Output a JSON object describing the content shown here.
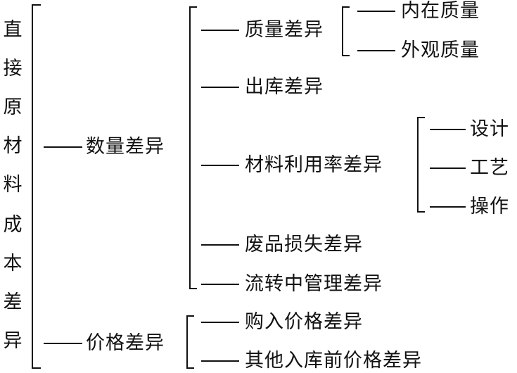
{
  "root": {
    "chars": [
      "直",
      "接",
      "原",
      "材",
      "料",
      "成",
      "本",
      "差",
      "异"
    ]
  },
  "level1": [
    {
      "label": "数量差异"
    },
    {
      "label": "价格差异"
    }
  ],
  "quantity_children": [
    {
      "label": "质量差异"
    },
    {
      "label": "出库差异"
    },
    {
      "label": "材料利用率差异"
    },
    {
      "label": "废品损失差异"
    },
    {
      "label": "流转中管理差异"
    }
  ],
  "quality_children": [
    {
      "label": "内在质量"
    },
    {
      "label": "外观质量"
    }
  ],
  "utilization_children": [
    {
      "label": "设计"
    },
    {
      "label": "工艺"
    },
    {
      "label": "操作"
    }
  ],
  "price_children": [
    {
      "label": "购入价格差异"
    },
    {
      "label": "其他入库前价格差异"
    }
  ]
}
